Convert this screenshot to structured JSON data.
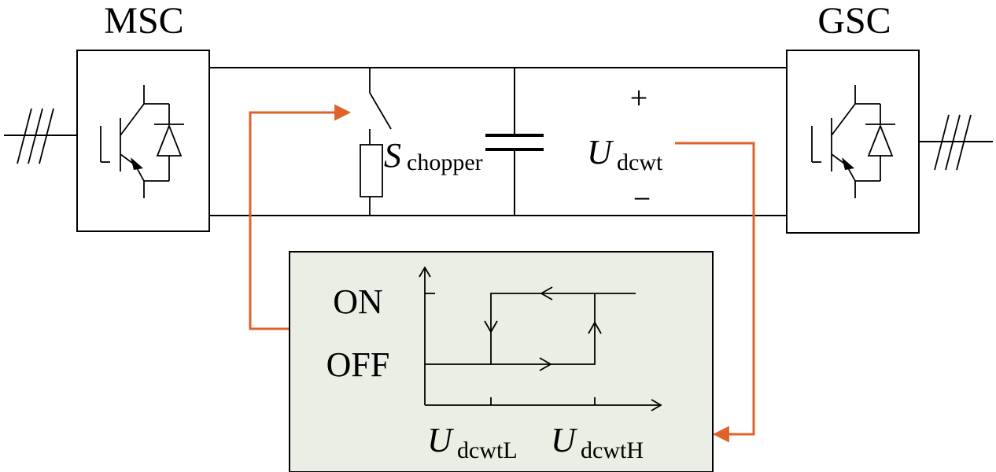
{
  "labels": {
    "msc": "MSC",
    "gsc": "GSC",
    "chopper_main": "S",
    "chopper_sub": "chopper",
    "udc_main": "U",
    "udc_sub": "dcwt",
    "plus": "+",
    "minus": "−",
    "on": "ON",
    "off": "OFF",
    "ul_main": "U",
    "ul_sub": "dcwtL",
    "uh_main": "U",
    "uh_sub": "dcwtH"
  },
  "colors": {
    "signal": "#e0622a",
    "control_box": "#eaeee4",
    "line": "#000000"
  }
}
